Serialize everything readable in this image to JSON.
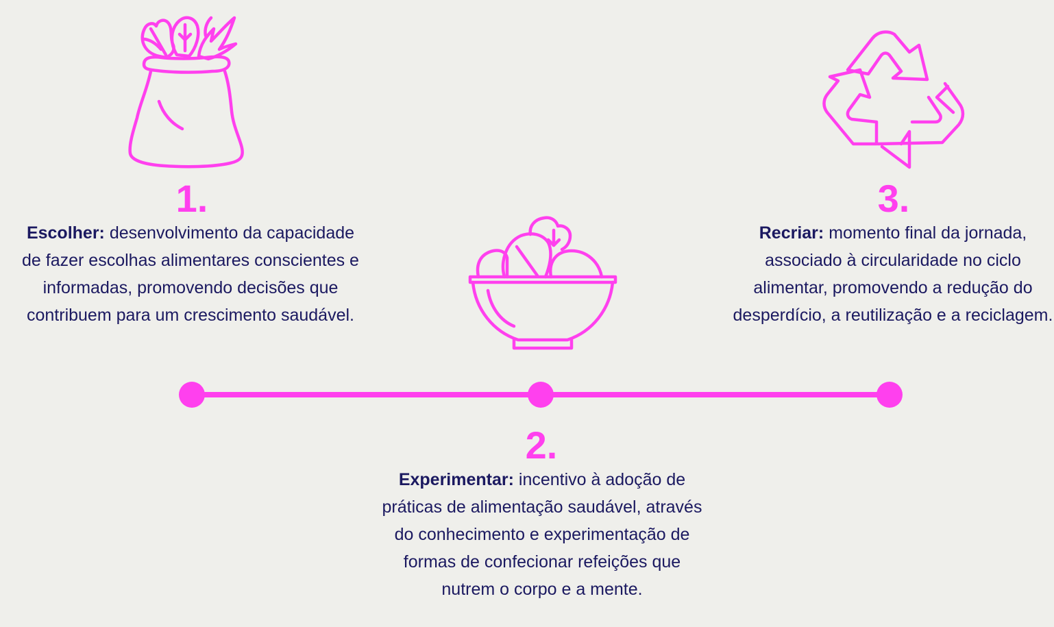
{
  "colors": {
    "background": "#efefeb",
    "accent": "#ff40ee",
    "text": "#1b1960"
  },
  "steps": [
    {
      "number": "1.",
      "term": "Escolher:",
      "description": "desenvolvimento da capacidade de fazer escolhas alimentares conscientes e informadas, promovendo decisões que contribuem para um crescimento saudável.",
      "icon": "produce-sack-icon"
    },
    {
      "number": "2.",
      "term": "Experimentar:",
      "description": "incentivo à adoção de práticas de alimentação saudável, através do conhecimento e experimentação de formas de confecionar refeições que nutrem o corpo e a mente.",
      "icon": "salad-bowl-icon"
    },
    {
      "number": "3.",
      "term": "Recriar:",
      "description": "momento final da jornada, associado à circularidade no ciclo alimentar, promovendo a redução do desperdício, a reutilização e a reciclagem.",
      "icon": "recycle-icon"
    }
  ]
}
